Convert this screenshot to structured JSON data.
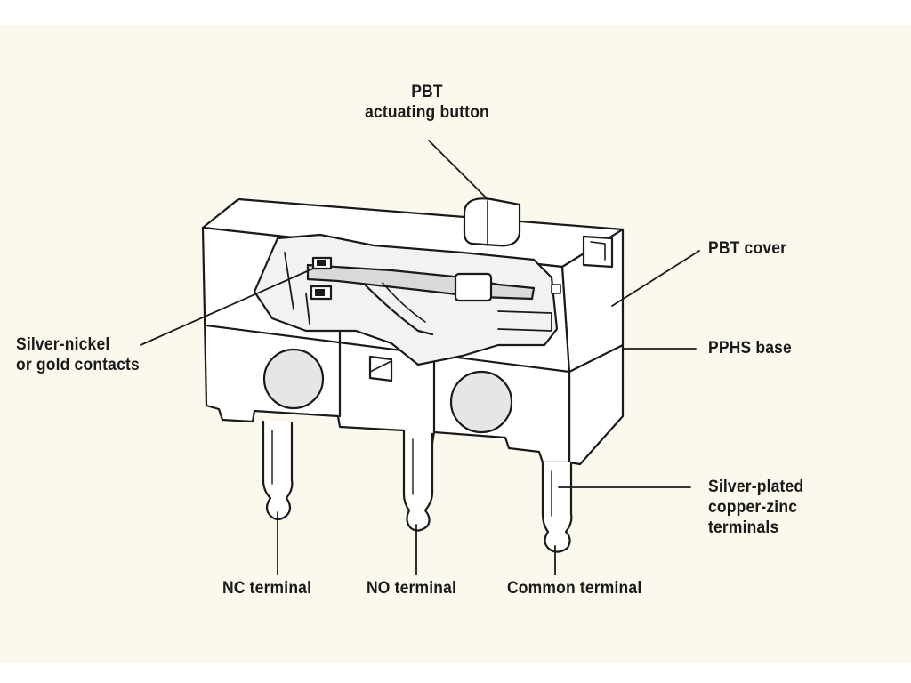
{
  "labels": {
    "actuator": [
      "PBT",
      "actuating button"
    ],
    "cover": [
      "PBT cover"
    ],
    "base": [
      "PPHS base"
    ],
    "contacts": [
      "Silver-nickel",
      "or gold contacts"
    ],
    "terminals": [
      "Silver-plated",
      "copper-zinc",
      "terminals"
    ],
    "nc": [
      "NC terminal"
    ],
    "no": [
      "NO terminal"
    ],
    "common": [
      "Common terminal"
    ]
  },
  "colors": {
    "background": "#fbf8ee",
    "body": "#ffffff",
    "outline": "#1a1a1a",
    "interior": "#f2f2f2",
    "shade": "#d9d9d9",
    "hole": "#e6e6e6"
  }
}
